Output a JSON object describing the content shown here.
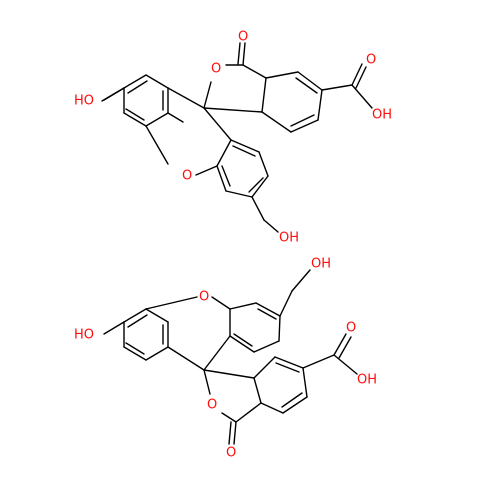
{
  "atom_color": "#ff0d0d",
  "bond_color": "#000000",
  "molecules": [
    {
      "labels": {
        "ho_left": "HO",
        "o_ring": "O",
        "o_carbonyl": "O",
        "o_lactone": "O",
        "oh_bottom": "OH",
        "o_acid_top": "O",
        "oh_acid": "OH"
      }
    },
    {
      "labels": {
        "ho_left": "HO",
        "o_ring": "O",
        "oh_top": "OH",
        "o_lactone": "O",
        "o_carbonyl": "O",
        "o_acid_top": "O",
        "oh_acid": "OH"
      }
    }
  ]
}
